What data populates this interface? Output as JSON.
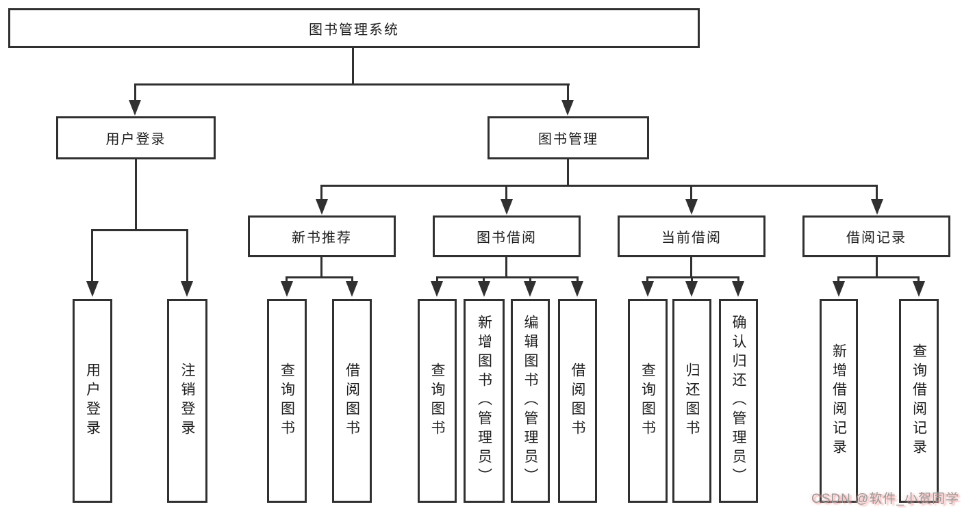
{
  "diagram": {
    "root": {
      "label": "图书管理系统"
    },
    "level1": [
      {
        "label": "用户登录"
      },
      {
        "label": "图书管理"
      }
    ],
    "level2": [
      {
        "label": "新书推荐"
      },
      {
        "label": "图书借阅"
      },
      {
        "label": "当前借阅"
      },
      {
        "label": "借阅记录"
      }
    ],
    "leaves": [
      {
        "label": "用户登录"
      },
      {
        "label": "注销登录"
      },
      {
        "label": "查询图书"
      },
      {
        "label": "借阅图书"
      },
      {
        "label": "查询图书"
      },
      {
        "label": "新增图书（管理员）"
      },
      {
        "label": "编辑图书（管理员）"
      },
      {
        "label": "借阅图书"
      },
      {
        "label": "查询图书"
      },
      {
        "label": "归还图书"
      },
      {
        "label": "确认归还（管理员）"
      },
      {
        "label": "新增借阅记录"
      },
      {
        "label": "查询借阅记录"
      }
    ]
  },
  "watermark": {
    "text": "CSDN @软件_小贺同学"
  },
  "colors": {
    "line": "#303030",
    "text": "#1e1e1e",
    "background": "#ffffff",
    "watermark_text": "#9a9a9a",
    "watermark_shadow": "#f39696"
  }
}
